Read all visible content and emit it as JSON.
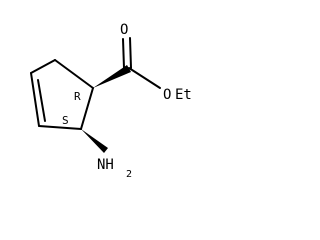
{
  "molecule": {
    "atoms": {
      "carbonyl_oxygen": "O",
      "ester_oxygen": "O",
      "ethyl": "Et",
      "amine": "NH",
      "amine_subscript": "2"
    },
    "stereo_labels": {
      "c1": "R",
      "c2": "S"
    },
    "bond_color": "#000000",
    "label_color": "#000000"
  }
}
